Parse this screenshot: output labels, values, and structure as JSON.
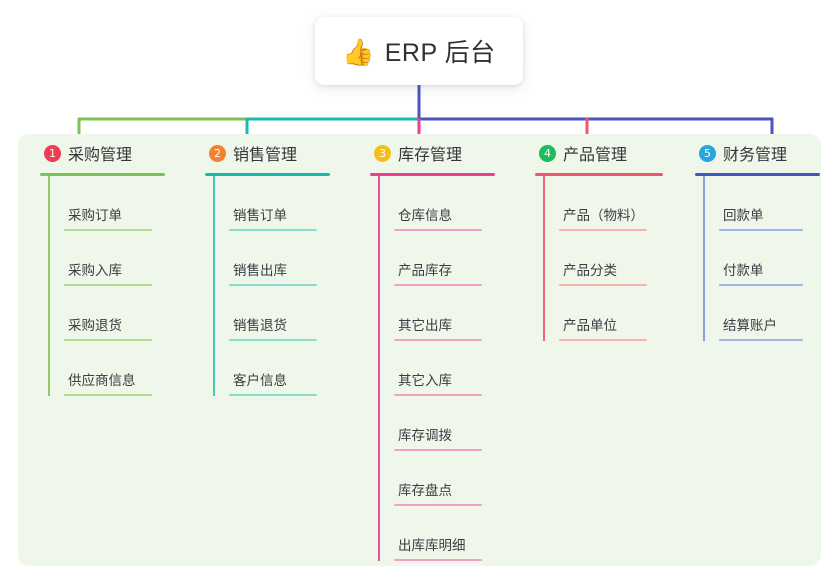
{
  "root": {
    "icon": "thumbs-up-icon",
    "icon_glyph": "👍",
    "title": "ERP 后台"
  },
  "colors": {
    "panel_bg": "#eef7ea",
    "page_bg": "#ffffff",
    "root_text": "#2f3134",
    "branch_text": "#33363a",
    "leaf_text": "#3a3d41"
  },
  "connectors": {
    "trunk": "#4a55bf",
    "bus_segment_1": "#7dc353",
    "bus_segment_2": "#18bba9",
    "bus_segment_3": "#4a55bf",
    "drop_1": "#7dc353",
    "drop_2": "#18bba9",
    "drop_3": "#ec3f8e",
    "drop_4": "#f2556a",
    "drop_5": "#4a55bf"
  },
  "branches": [
    {
      "number": "1",
      "label": "采购管理",
      "badge_color": "#ee3d55",
      "rule_color": "#7dc353",
      "spine_color": "#8ec96a",
      "leaf_rule_color": "#aedc93",
      "items": [
        {
          "label": "采购订单"
        },
        {
          "label": "采购入库"
        },
        {
          "label": "采购退货"
        },
        {
          "label": "供应商信息"
        }
      ]
    },
    {
      "number": "2",
      "label": "销售管理",
      "badge_color": "#f3812f",
      "rule_color": "#18bba9",
      "spine_color": "#4cc8ba",
      "leaf_rule_color": "#8adbd0",
      "items": [
        {
          "label": "销售订单"
        },
        {
          "label": "销售出库"
        },
        {
          "label": "销售退货"
        },
        {
          "label": "客户信息"
        }
      ]
    },
    {
      "number": "3",
      "label": "库存管理",
      "badge_color": "#f5bd1f",
      "rule_color": "#ec3f8e",
      "spine_color": "#e8539a",
      "leaf_rule_color": "#f0a0c6",
      "items": [
        {
          "label": "仓库信息"
        },
        {
          "label": "产品库存"
        },
        {
          "label": "其它出库"
        },
        {
          "label": "其它入库"
        },
        {
          "label": "库存调拨"
        },
        {
          "label": "库存盘点"
        },
        {
          "label": "出库库明细"
        }
      ]
    },
    {
      "number": "4",
      "label": "产品管理",
      "badge_color": "#1fba5c",
      "rule_color": "#f2556a",
      "spine_color": "#f2667a",
      "leaf_rule_color": "#f4b2b0",
      "items": [
        {
          "label": "产品（物料）"
        },
        {
          "label": "产品分类"
        },
        {
          "label": "产品单位"
        }
      ]
    },
    {
      "number": "5",
      "label": "财务管理",
      "badge_color": "#27a6df",
      "rule_color": "#4055c0",
      "spine_color": "#8aa0dd",
      "leaf_rule_color": "#9fb3e4",
      "items": [
        {
          "label": "回款单"
        },
        {
          "label": "付款单"
        },
        {
          "label": "结算账户"
        }
      ]
    }
  ]
}
